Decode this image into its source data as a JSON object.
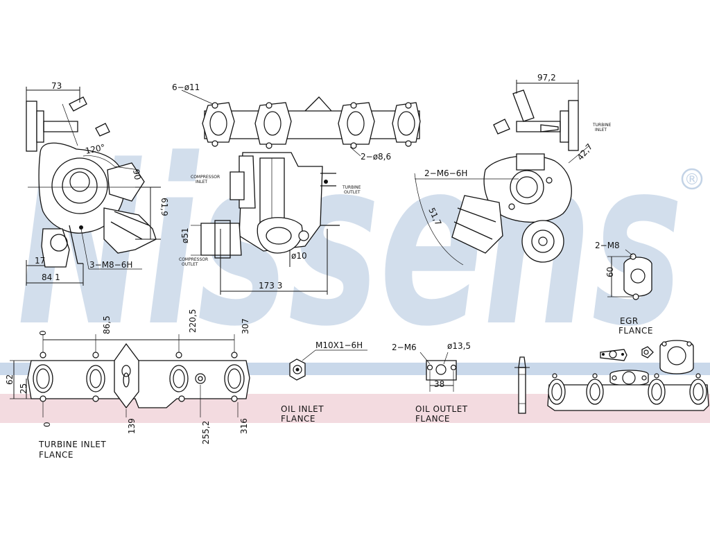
{
  "watermark": {
    "brand": "Nissens",
    "registered_mark": "®",
    "color": "#c3d3e6"
  },
  "band_colors": {
    "blue": "#c9d8ea",
    "pink": "#f3dbe0"
  },
  "dimensions": {
    "d73": "73",
    "d120": "120°",
    "d90": "90",
    "d61_9": "61,9",
    "d17": "17",
    "d84_1": "84 1",
    "m8_thread": "3−M8−6H",
    "bolt_holes": "6−ø11",
    "d173_3": "173 3",
    "d51": "ø51",
    "d10": "ø10",
    "small_holes": "2−ø8,6",
    "d97_2": "97,2",
    "m6_thread_top": "2−M6−6H",
    "d51_7": "51,7",
    "d42_7": "42,7",
    "egr_m8": "2−M8",
    "d60": "60",
    "t0": "0",
    "t86_5": "86,5",
    "t220_5": "220,5",
    "t307": "307",
    "b0": "0",
    "b139": "139",
    "b255_2": "255,2",
    "b316": "316",
    "h62": "62",
    "h25": "25",
    "oil_thread": "M10X1−6H",
    "oil_m6": "2−M6",
    "d13_5": "ø13,5",
    "d38": "38"
  },
  "labels": {
    "egr_line1": "EGR",
    "egr_line2": "FLANCE",
    "oil_inlet_line1": "OIL INLET",
    "oil_inlet_line2": "FLANCE",
    "oil_outlet_line1": "OIL OUTLET",
    "oil_outlet_line2": "FLANCE",
    "turbine_line1": "TURBINE INLET",
    "turbine_line2": "FLANCE"
  },
  "small_notes": {
    "compressor_outlet": "COMPRESSOR",
    "compressor_outlet_2": "INLET",
    "turbine_outlet": "TURBINE",
    "turbine_outlet_2": "OUTLET",
    "comp_inlet": "COMPRESSOR",
    "comp_inlet_2": "OUTLET",
    "turbine_inlet_side": "TURBINE",
    "turbine_inlet_side_2": "INLET"
  }
}
